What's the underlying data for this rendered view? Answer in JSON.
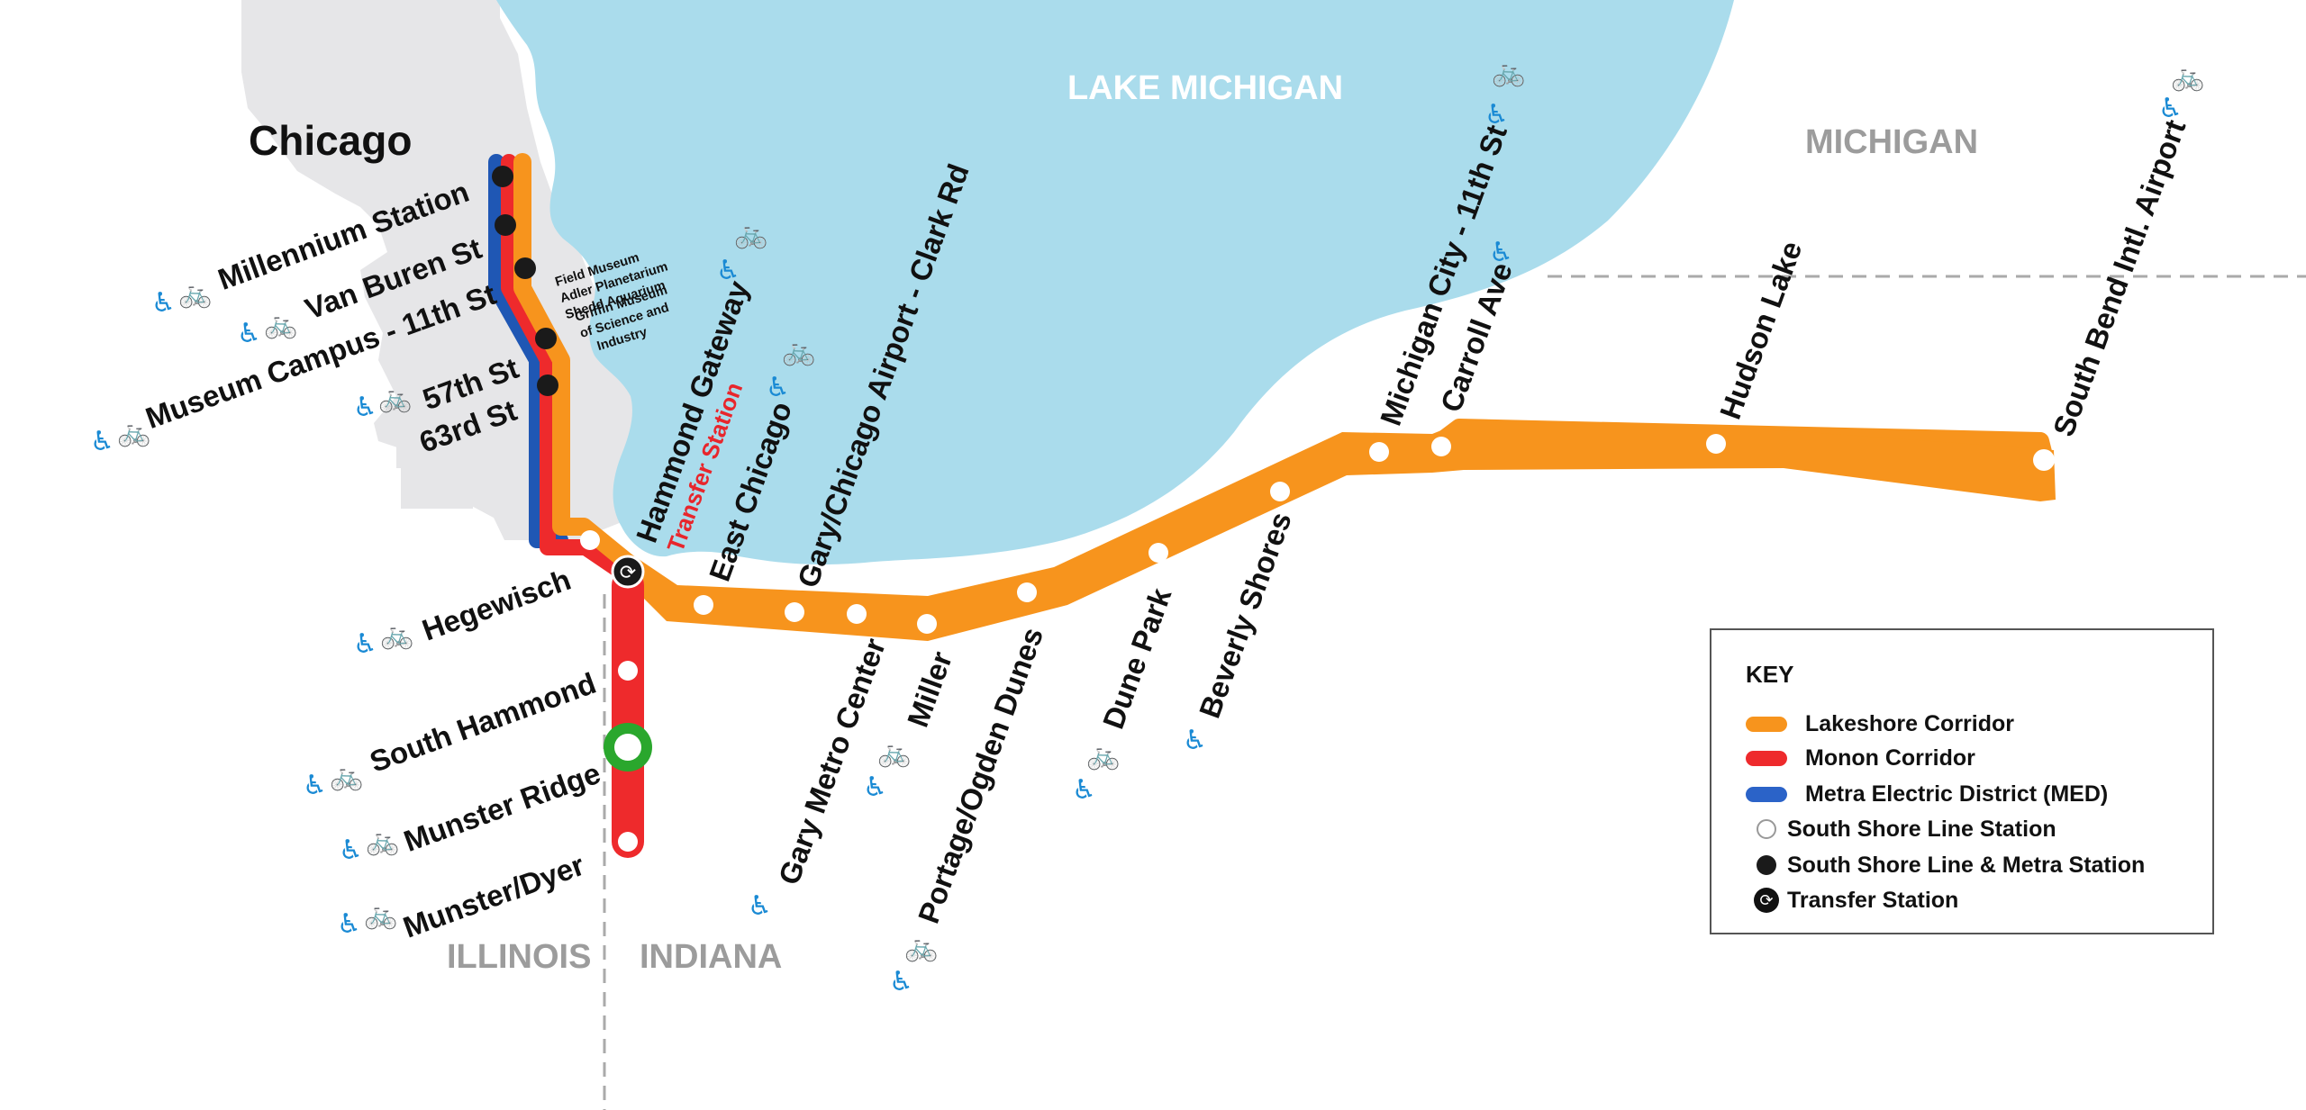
{
  "colors": {
    "lakeshore": "#f7941d",
    "monon": "#ee2a2c",
    "metra": "#1f57b4",
    "lake": "#aadcec",
    "land_urban": "#e6e6e8",
    "station_fill": "#ffffff",
    "metra_station_fill": "#1a1a1a",
    "transfer_station_fill": "#1a1a1a",
    "munster_ridge_ring": "#2aa72d",
    "transfer_label": "#e8262c",
    "region_label": "#9c9c9c",
    "accessibility_icon": "#1a8ad4",
    "state_border": "#aaaaaa"
  },
  "labels": {
    "lake": "LAKE MICHIGAN",
    "city": "Chicago",
    "illinois": "ILLINOIS",
    "indiana": "INDIANA",
    "michigan": "MICHIGAN"
  },
  "stations": {
    "millennium": "Millennium Station",
    "van_buren": "Van Buren St",
    "museum_campus": "Museum Campus - 11th St",
    "st57": "57th St",
    "st63": "63rd St",
    "hegewisch": "Hegewisch",
    "south_hammond": "South Hammond",
    "munster_ridge": "Munster Ridge",
    "munster_dyer": "Munster/Dyer",
    "hammond_gateway": "Hammond Gateway",
    "transfer_station": "Transfer Station",
    "east_chicago": "East Chicago",
    "gary_airport": "Gary/Chicago Airport - Clark Rd",
    "gary_metro": "Gary Metro Center",
    "miller": "Miller",
    "portage": "Portage/Ogden Dunes",
    "dune_park": "Dune Park",
    "beverly_shores": "Beverly Shores",
    "michigan_city": "Michigan City - 11th St",
    "carroll_ave": "Carroll Ave",
    "hudson_lake": "Hudson Lake",
    "south_bend": "South Bend Intl. Airport"
  },
  "poi": {
    "field_museum": "Field Museum",
    "adler": "Adler Planetarium",
    "shedd": "Shedd Aquarium",
    "griffin_1": "Griffin Museum",
    "griffin_2": "of Science and",
    "griffin_3": "Industry"
  },
  "icons": {
    "accessible": "wheelchair-icon",
    "bike": "bicycle-icon"
  },
  "key": {
    "title": "KEY",
    "lakeshore": "Lakeshore Corridor",
    "monon": "Monon Corridor",
    "metra": "Metra Electric District (MED)",
    "ssl_station": "South Shore Line Station",
    "ssl_metra_station": "South Shore Line & Metra Station",
    "transfer": "Transfer Station"
  }
}
